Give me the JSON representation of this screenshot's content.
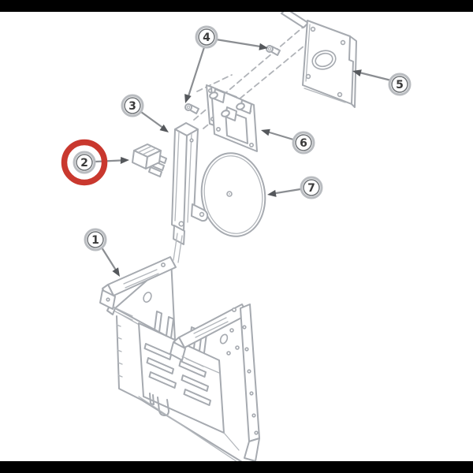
{
  "diagram": {
    "type": "exploded-parts-diagram",
    "canvas": {
      "background": "#ffffff"
    },
    "letterbox": {
      "color": "#000000"
    },
    "style": {
      "line_color": "#a6aab0",
      "arrow_color": "#8b8e92",
      "arrowhead_color": "#55585c",
      "callout_ring_outer": "#b9bcc0",
      "callout_ring_inner": "#6f7377",
      "callout_text_color": "#3a3a3a",
      "highlight_color": "#c9382e"
    },
    "callouts": [
      {
        "label": "1",
        "highlighted": false
      },
      {
        "label": "2",
        "highlighted": true
      },
      {
        "label": "3",
        "highlighted": false
      },
      {
        "label": "4",
        "highlighted": false
      },
      {
        "label": "5",
        "highlighted": false
      },
      {
        "label": "6",
        "highlighted": false
      },
      {
        "label": "7",
        "highlighted": false
      }
    ],
    "selected_callout": "2"
  }
}
